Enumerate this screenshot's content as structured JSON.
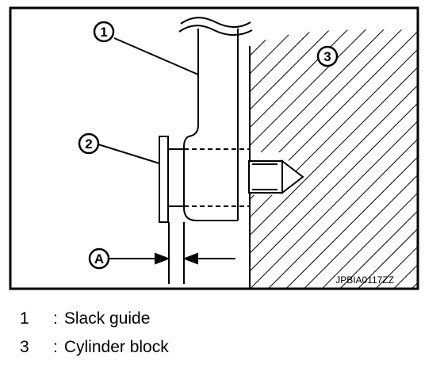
{
  "figure": {
    "code": "JPBIA0117ZZ",
    "callouts": {
      "one": "1",
      "two": "2",
      "three": "3",
      "a": "A"
    }
  },
  "legend": {
    "items": [
      {
        "num": "1",
        "sep": ":",
        "text": "Slack guide"
      },
      {
        "num": "3",
        "sep": ":",
        "text": "Cylinder block"
      }
    ]
  }
}
